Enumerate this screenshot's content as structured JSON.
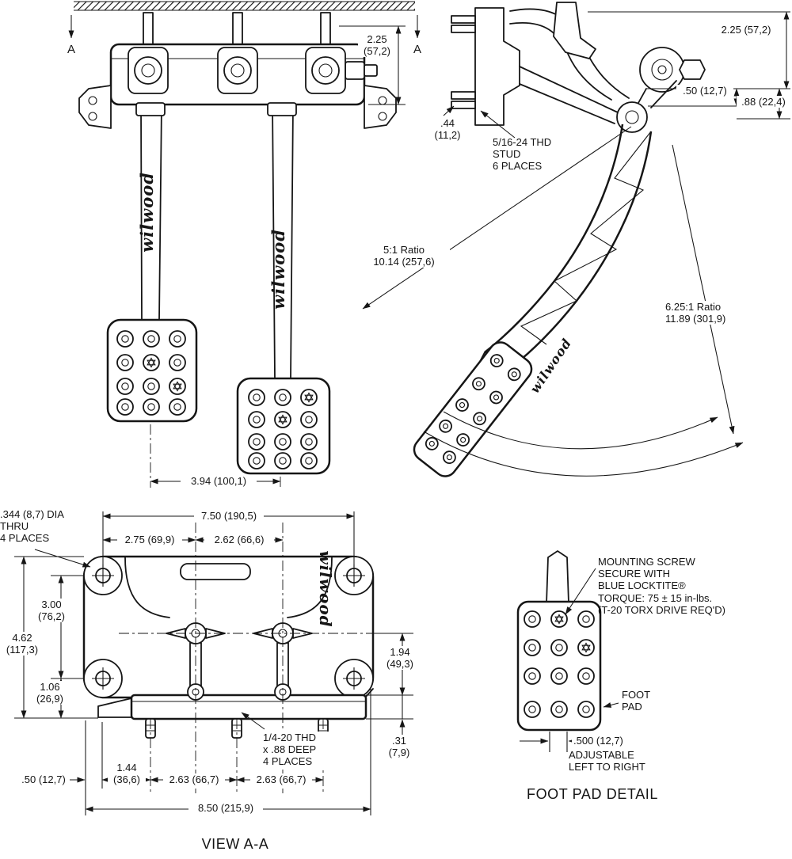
{
  "drawing": {
    "brand_logo": "wilwood",
    "front_view": {
      "section_label_left": "A",
      "section_label_right": "A",
      "dim_bar_height": "2.25\n(57,2)",
      "dim_pedal_spacing": "3.94 (100,1)"
    },
    "side_view": {
      "dim_top_height": "2.25 (57,2)",
      "dim_pivot_offset": ".50 (12,7)",
      "dim_stud_length": ".88 (22,4)",
      "dim_stud_dia": ".44\n(11,2)",
      "note_stud": "5/16-24 THD\nSTUD\n6 PLACES",
      "ratio_upper": "5:1 Ratio\n10.14 (257,6)",
      "ratio_lower": "6.25:1 Ratio\n11.89 (301,9)"
    },
    "view_aa": {
      "title": "VIEW A-A",
      "note_hole_dia": ".344 (8,7) DIA\nTHRU\n4 PLACES",
      "dim_hole_span": "7.50 (190,5)",
      "dim_left_to_pivot": "2.75 (69,9)",
      "dim_pivot_spacing": "2.62 (66,6)",
      "dim_hole_vertical": "3.00\n(76,2)",
      "dim_overall_height": "4.62\n(117,3)",
      "dim_lower_height": "1.06\n(26,9)",
      "dim_pivot_to_bar": "1.94\n(49,3)",
      "dim_bar_offset": ".31\n(7,9)",
      "dim_edge_offset": ".50 (12,7)",
      "dim_edge_to_stud": "1.44\n(36,6)",
      "dim_stud_spacing_1": "2.63 (66,7)",
      "dim_stud_spacing_2": "2.63 (66,7)",
      "note_thread": "1/4-20 THD\nx .88 DEEP\n4 PLACES",
      "dim_overall_width": "8.50 (215,9)"
    },
    "foot_pad_detail": {
      "title": "FOOT PAD DETAIL",
      "note_mounting_screw": "MOUNTING SCREW\nSECURE WITH\nBLUE LOCKTITE®\nTORQUE: 75 ± 15 in-lbs.\n(T-20 TORX DRIVE REQ'D)",
      "label_foot_pad": "FOOT\nPAD",
      "dim_adjust_width": ".500 (12,7)",
      "note_adjustable": "ADJUSTABLE\nLEFT TO RIGHT"
    }
  }
}
